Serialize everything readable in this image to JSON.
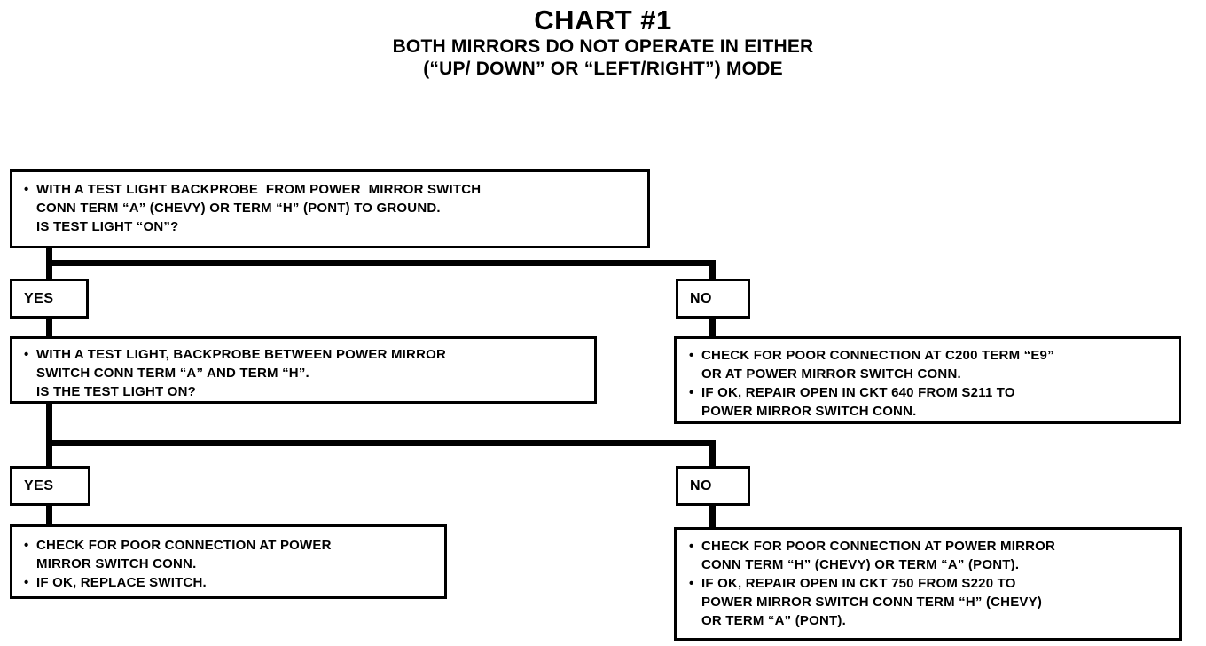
{
  "title": {
    "main": "CHART #1",
    "sub_line_1": "BOTH MIRRORS DO NOT OPERATE IN EITHER",
    "sub_line_2": "(“UP/ DOWN” OR “LEFT/RIGHT”) MODE"
  },
  "colors": {
    "ink": "#000000",
    "paper": "#ffffff"
  },
  "nodes": {
    "q1": {
      "id": "question-1",
      "bullets": [
        "WITH A TEST LIGHT BACKPROBE  FROM POWER  MIRROR SWITCH\nCONN TERM “A” (CHEVY) OR TERM “H” (PONT) TO GROUND.\nIS TEST LIGHT “ON”?"
      ]
    },
    "q2": {
      "id": "question-2",
      "bullets": [
        "WITH A TEST LIGHT, BACKPROBE BETWEEN POWER MIRROR\nSWITCH CONN TERM “A” AND TERM “H”.\nIS THE TEST LIGHT ON?"
      ]
    },
    "no1": {
      "id": "result-no-1",
      "bullets": [
        "CHECK FOR POOR CONNECTION AT C200 TERM “E9”\nOR AT POWER MIRROR SWITCH CONN.",
        "IF OK, REPAIR OPEN IN CKT 640 FROM S211 TO\nPOWER MIRROR SWITCH CONN."
      ]
    },
    "yes2": {
      "id": "result-yes-2",
      "bullets": [
        "CHECK FOR POOR CONNECTION AT POWER\nMIRROR SWITCH CONN.",
        "IF OK, REPLACE SWITCH."
      ]
    },
    "no2": {
      "id": "result-no-2",
      "bullets": [
        "CHECK FOR POOR CONNECTION AT POWER MIRROR\nCONN TERM “H” (CHEVY) OR TERM “A” (PONT).",
        "IF OK, REPAIR OPEN IN CKT 750 FROM S220 TO\nPOWER MIRROR SWITCH CONN TERM “H” (CHEVY)\nOR TERM “A” (PONT)."
      ]
    }
  },
  "decisions": {
    "yes_1": "YES",
    "no_1": "NO",
    "yes_2": "YES",
    "no_2": "NO"
  }
}
